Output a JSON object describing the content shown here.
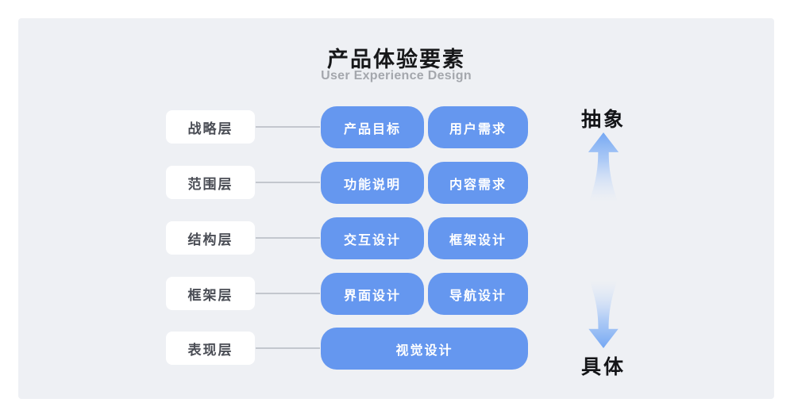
{
  "header": {
    "title": "产品体验要素",
    "subtitle": "User Experience Design"
  },
  "rows": [
    {
      "label": "战略层",
      "boxes": [
        "产品目标",
        "用户需求"
      ]
    },
    {
      "label": "范围层",
      "boxes": [
        "功能说明",
        "内容需求"
      ]
    },
    {
      "label": "结构层",
      "boxes": [
        "交互设计",
        "框架设计"
      ]
    },
    {
      "label": "框架层",
      "boxes": [
        "界面设计",
        "导航设计"
      ]
    },
    {
      "label": "表现层",
      "boxes": [
        "视觉设计"
      ]
    }
  ],
  "axis": {
    "top_label": "抽象",
    "bottom_label": "具体"
  },
  "colors": {
    "panel_background": "#eef0f4",
    "box_blue": "#6597ef",
    "arrow_blue": "#74a7f3",
    "connector_gray": "#c3c7ce"
  }
}
